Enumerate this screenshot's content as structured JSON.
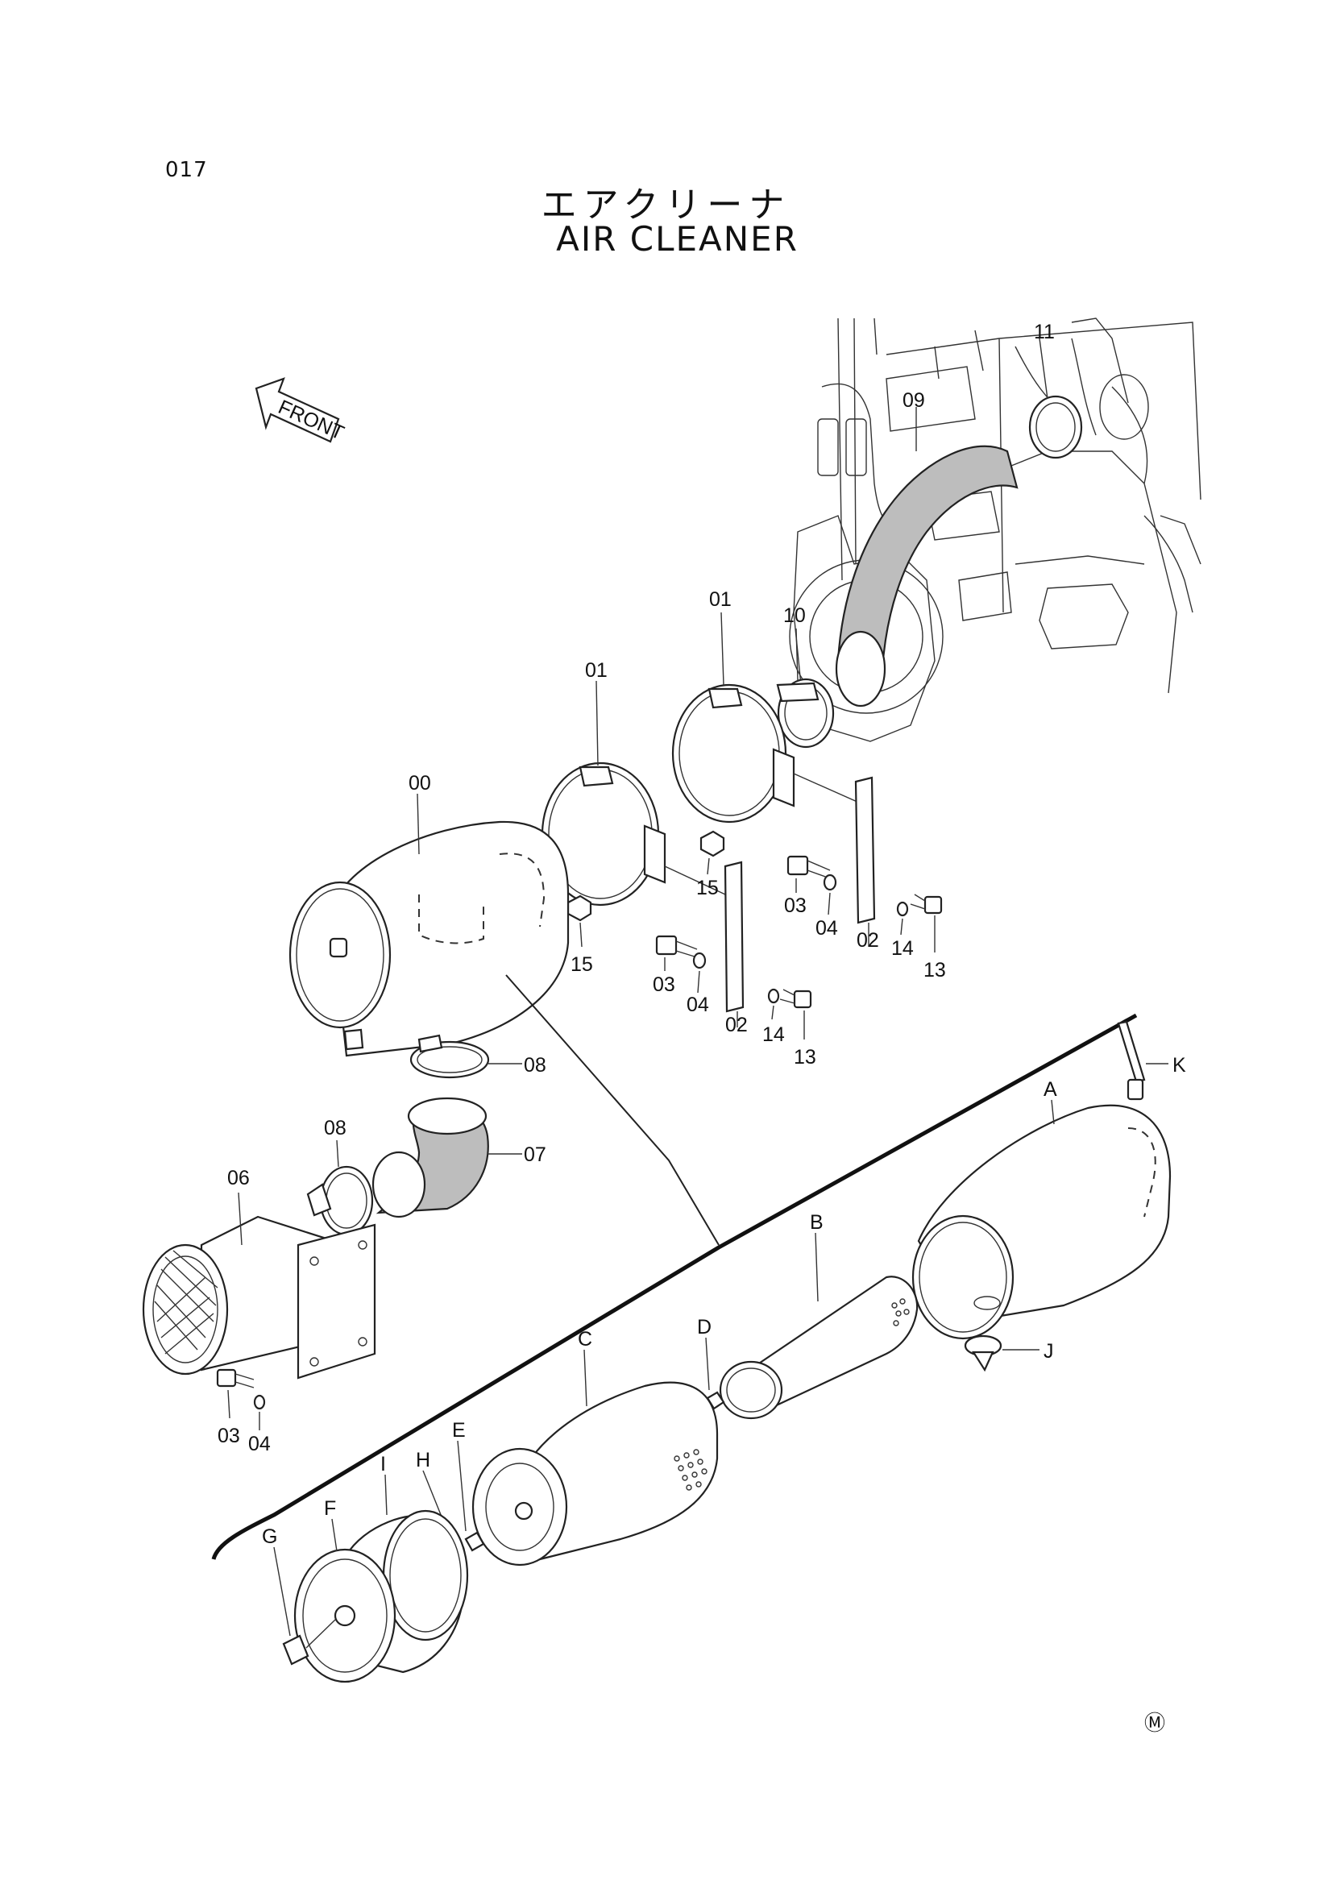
{
  "page": {
    "number": "017",
    "title_jp": "エアクリーナ",
    "title_en": "AIR  CLEANER",
    "mark": "Ⓜ",
    "front_label": "FRONT"
  },
  "callouts": {
    "c00": "00",
    "c01a": "01",
    "c01b": "01",
    "c02a": "02",
    "c02b": "02",
    "c03a": "03",
    "c03b": "03",
    "c03c": "03",
    "c04a": "04",
    "c04b": "04",
    "c04c": "04",
    "c06": "06",
    "c07": "07",
    "c08a": "08",
    "c08b": "08",
    "c09": "09",
    "c10": "10",
    "c11": "11",
    "c13a": "13",
    "c13b": "13",
    "c14a": "14",
    "c14b": "14",
    "c15a": "15",
    "c15b": "15",
    "cA": "A",
    "cB": "B",
    "cC": "C",
    "cD": "D",
    "cE": "E",
    "cF": "F",
    "cG": "G",
    "cH": "H",
    "cI": "I",
    "cJ": "J",
    "cK": "K"
  }
}
